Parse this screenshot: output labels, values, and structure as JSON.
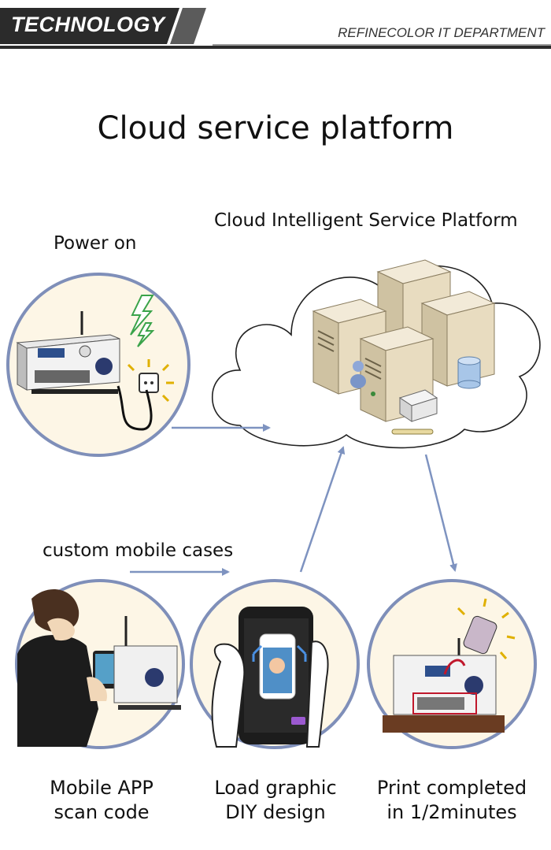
{
  "header": {
    "tag": "TECHNOLOGY",
    "department": "REFINECOLOR IT DEPARTMENT"
  },
  "title": "Cloud service platform",
  "labels": {
    "cloud_platform": "Cloud Intelligent Service Platform",
    "power_on": "Power on",
    "custom_cases": "custom mobile cases"
  },
  "steps": [
    {
      "line1": "Mobile APP",
      "line2": "scan code"
    },
    {
      "line1": "Load graphic",
      "line2": "DIY design"
    },
    {
      "line1": "Print completed",
      "line2": "in 1/2minutes"
    }
  ],
  "colors": {
    "circle_border": "#7f8fb9",
    "arrow": "#7e93c0",
    "header_dark": "#2b2b2b",
    "circle_fill": "#fdf6e6"
  }
}
